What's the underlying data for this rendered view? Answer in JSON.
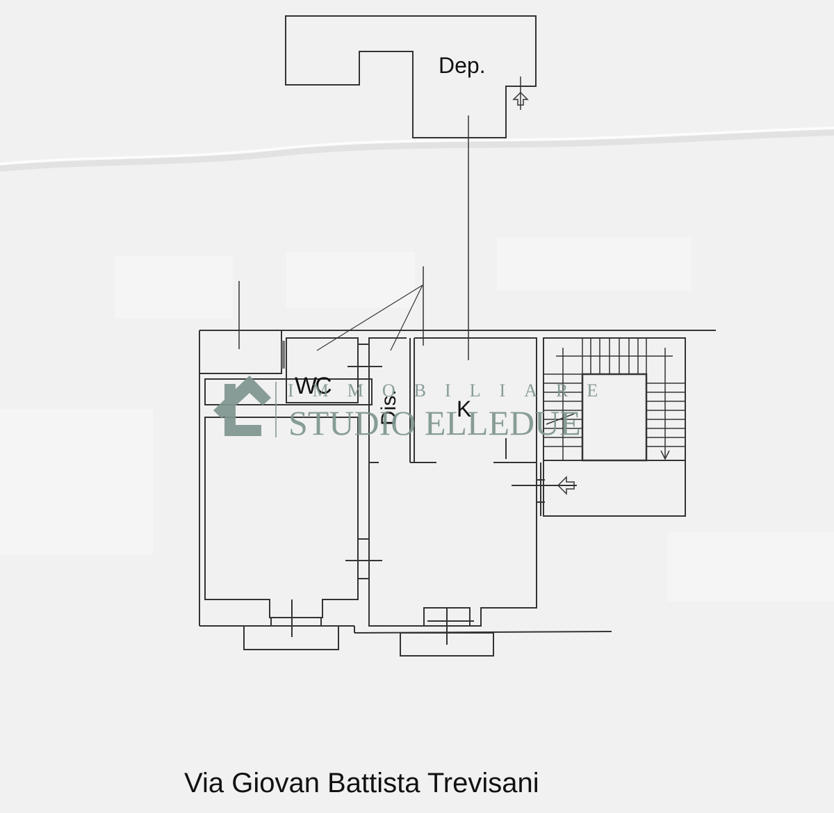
{
  "floorplan": {
    "rooms": {
      "storage": "Dep.",
      "bathroom": "WC",
      "hallway": "Dis.",
      "kitchen": "K"
    },
    "street": "Via Giovan Battista Trevisani"
  },
  "watermark": {
    "line1": "IMMOBILIARE",
    "line2": "STUDIO ELLEDUE",
    "color": "#7f9590"
  },
  "colors": {
    "paper": "#f1f1f1",
    "line": "#333333"
  }
}
